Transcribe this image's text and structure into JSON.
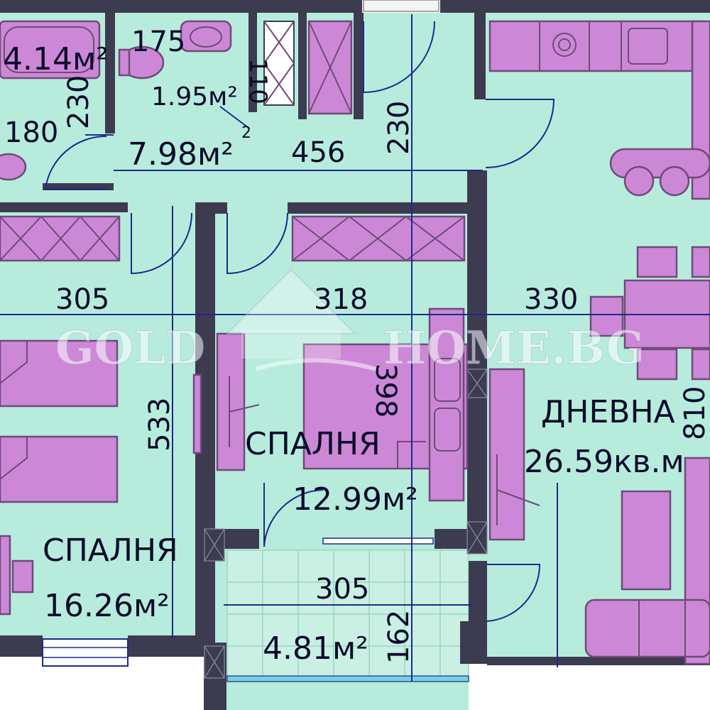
{
  "colors": {
    "floor": "#b7ecdd",
    "wall": "#3c3b50",
    "furniture": "#cc88d6",
    "furniture_stroke": "#6f4a78",
    "dimension_line": "#1d2a8a",
    "text": "#0b0b2a",
    "balcony_tile": "#c9f0e3"
  },
  "watermark": {
    "left": "GOLD",
    "right": "HOME.BG"
  },
  "rooms": {
    "bath_area": "4.14м²",
    "wc_area": "1.95м²",
    "hall_area": "7.98м²",
    "bedroom_small": {
      "name": "СПАЛНЯ",
      "area": "12.99м²"
    },
    "bedroom_large": {
      "name": "СПАЛНЯ",
      "area": "16.26м²"
    },
    "living": {
      "name": "ДНЕВНА",
      "area": "26.59кв.м"
    },
    "balcony_area": "4.81м²"
  },
  "dimensions": {
    "d175": "175",
    "d110": "110",
    "d230_left": "230",
    "d180": "180",
    "d456": "456",
    "d230_right": "230",
    "d305_top": "305",
    "d318": "318",
    "d330": "330",
    "d533": "533",
    "d398": "398",
    "d810": "810",
    "d305_bottom": "305",
    "d162": "162",
    "wc_sup": "2"
  }
}
